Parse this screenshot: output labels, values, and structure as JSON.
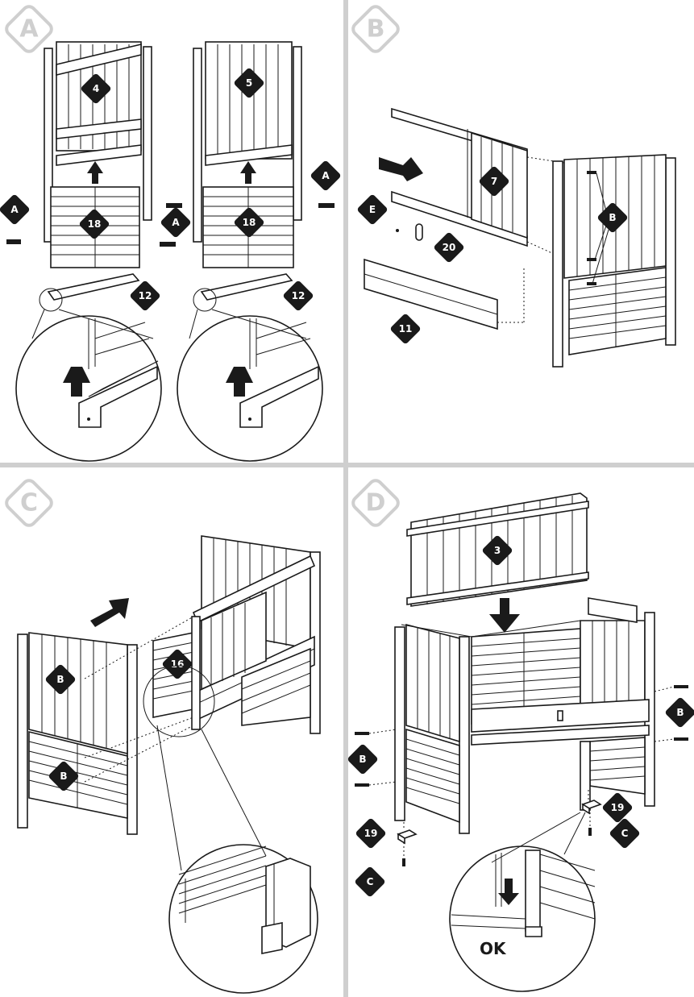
{
  "steps": {
    "a": "A",
    "b": "B",
    "c": "C",
    "d": "D"
  },
  "parts": {
    "p4": "4",
    "p5": "5",
    "p18": "18",
    "p12": "12",
    "p7": "7",
    "p20": "20",
    "p11": "11",
    "p16": "16",
    "p3": "3",
    "p19": "19"
  },
  "hardware": {
    "a": "A",
    "b": "B",
    "c": "C",
    "e": "E"
  },
  "labels": {
    "ok": "OK"
  },
  "icons": {
    "arrow": "arrow-icon",
    "step_badge": "diamond-badge-icon"
  }
}
